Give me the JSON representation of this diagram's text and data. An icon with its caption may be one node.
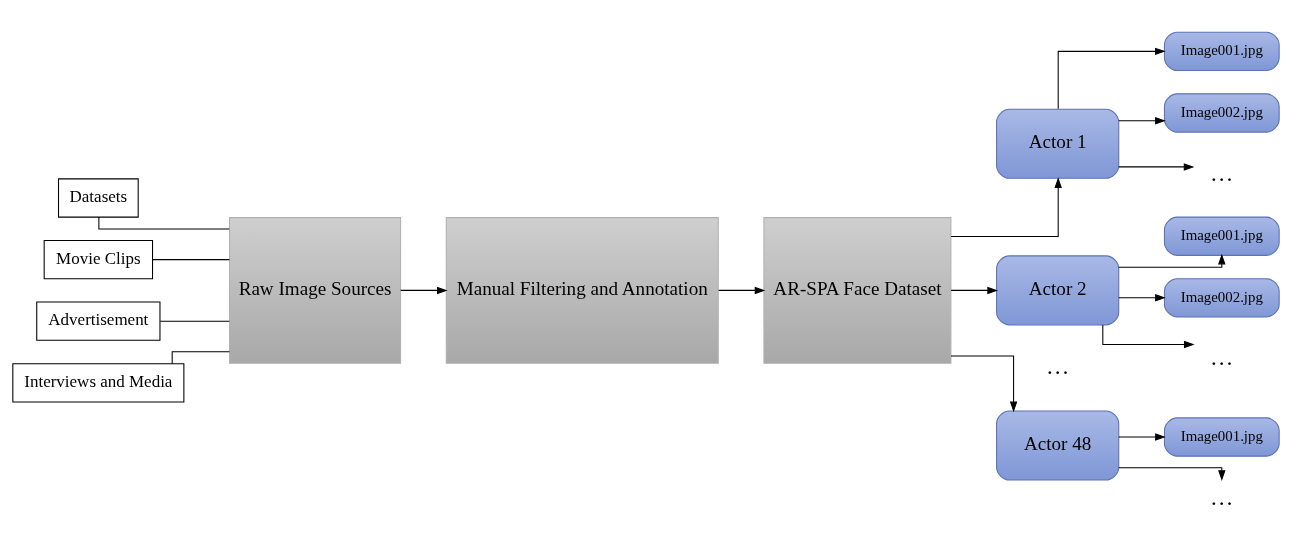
{
  "diagram": {
    "nodes": [
      {
        "text": [
          "Datasets"
        ]
      },
      {
        "text": [
          "Movie Clips"
        ]
      },
      {
        "text": [
          "Advertisement"
        ]
      },
      {
        "text": [
          "Interviews and Media"
        ]
      },
      {
        "text": [
          "Raw Image Sources"
        ]
      },
      {
        "text": [
          "Manual Filtering and Annotation"
        ]
      },
      {
        "text": [
          "AR-SPA Face Dataset"
        ]
      },
      {
        "text": [
          "Actor 1"
        ]
      },
      {
        "text": [
          "Image001.jpg"
        ]
      },
      {
        "text": [
          "Image002.jpg"
        ]
      },
      {
        "text": [
          "…"
        ]
      },
      {
        "text": [
          "Actor 2"
        ]
      },
      {
        "text": [
          "Image001.jpg"
        ]
      },
      {
        "text": [
          "Image002.jpg"
        ]
      },
      {
        "text": [
          "…"
        ]
      },
      {
        "text": [
          "Actor 48"
        ]
      },
      {
        "text": [
          "Image001.jpg"
        ]
      },
      {
        "text": [
          "…"
        ]
      }
    ],
    "edges": [
      {
        "from": 0,
        "to": 4,
        "arrow": "none"
      },
      {
        "from": 1,
        "to": 4,
        "arrow": "none"
      },
      {
        "from": 2,
        "to": 4,
        "arrow": "none"
      },
      {
        "from": 3,
        "to": 4,
        "arrow": "none"
      },
      {
        "from": 4,
        "to": 5,
        "arrow": "to"
      },
      {
        "from": 5,
        "to": 6,
        "arrow": "to"
      },
      {
        "from": 6,
        "to": 7,
        "arrow": "to"
      },
      {
        "from": 6,
        "to": 11,
        "arrow": "to"
      },
      {
        "from": 6,
        "to": 15,
        "arrow": "to"
      },
      {
        "from": 7,
        "to": 8,
        "arrow": "to"
      },
      {
        "from": 7,
        "to": 9,
        "arrow": "to"
      },
      {
        "from": 7,
        "to": 10,
        "arrow": "to"
      },
      {
        "from": 11,
        "to": 12,
        "arrow": "to"
      },
      {
        "from": 11,
        "to": 13,
        "arrow": "to"
      },
      {
        "from": 11,
        "to": 14,
        "arrow": "to"
      },
      {
        "from": 15,
        "to": 16,
        "arrow": "to"
      },
      {
        "from": 15,
        "to": 17,
        "arrow": "to"
      }
    ],
    "labels": [
      "…"
    ]
  }
}
